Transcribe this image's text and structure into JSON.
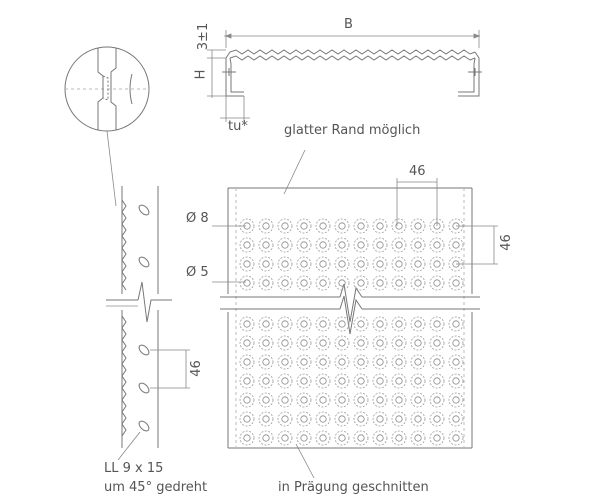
{
  "labels": {
    "B": "B",
    "H": "H",
    "tolerance": "3±1",
    "tu": "tu*",
    "smooth_edge": "glatter Rand möglich",
    "pitch_top": "46",
    "pitch_right": "46",
    "pitch_left": "46",
    "dia8": "Ø 8",
    "dia5": "Ø 5",
    "slot_line1": "LL 9 x 15",
    "slot_line2": "um 45° gedreht",
    "cut_note": "in Prägung geschnitten"
  },
  "colors": {
    "line": "#777777",
    "dim": "#888888",
    "text": "#555555"
  }
}
